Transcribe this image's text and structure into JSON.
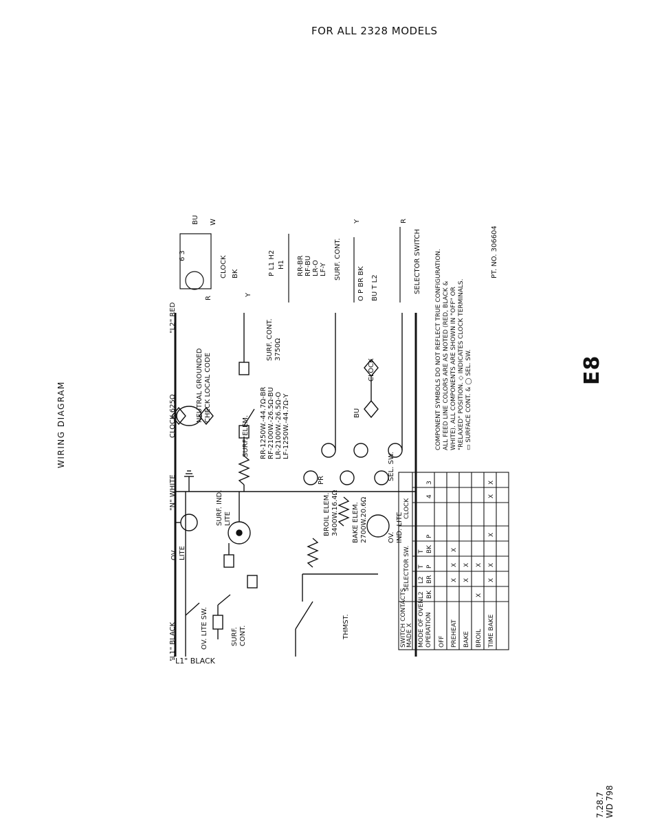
{
  "header": {
    "title": "FOR ALL 2328 MODELS"
  },
  "side_title": "WIRING DIAGRAM",
  "page_code": "E8",
  "doc_code": "7.28.7\nWD 798",
  "lines": {
    "l1": "\"L1\" BLACK",
    "n": "\"N\" WHITE",
    "l2": "\"L2\" RED"
  },
  "components": {
    "oven_lite_sw": "OV. LITE SW.",
    "oven_lite": "OV.\nLITE",
    "surf_cont": "SURF.\nCONT.",
    "surf_ind_lite": "SURF. IND.\nLITE",
    "thermostat": "THMST.",
    "broil_elem": "BROIL ELEM.\n3400W.16.4Ω",
    "bake_elem": "BAKE ELEM.\n2700W.20.6Ω",
    "ov_ind_lite": "OV.\nIND. LITE",
    "sel_sw": "SEL. SW.",
    "surf_elem": "SURF. ELEM.",
    "surf_elem_specs": "RR-1250W.-44.7Ω-BR\nRF-2100W.-26.5Ω-BU\nLR-2100W.-26.5Ω-O\nLF-1250W.-44.7Ω-Y",
    "neutral": "NEUTRAL GROUNDED\nCHECK LOCAL CODE",
    "clock": "CLOCK 625Ω",
    "clock2": "CLOCK",
    "surf_cont_right": "SURF. CONT.\n3750Ω",
    "pr": "PR",
    "y": "Y",
    "o": "O",
    "bu": "BU"
  },
  "terminals": {
    "l1": "L1",
    "p": "P",
    "h1": "H1",
    "h2": "H2",
    "l2": "L2",
    "br": "BR",
    "bk": "BK",
    "t": "T",
    "six": "6",
    "three": "3",
    "four": "4",
    "l2b": "L2"
  },
  "inset": {
    "clock_title": "CLOCK",
    "clock_terms": "6  3",
    "bu": "BU",
    "w": "W",
    "r": "R",
    "surf_cont_title": "SURF. CONT.",
    "surf_cont_legend": "RR-BR\nRF-BU\nLR-O\nLF-Y",
    "bk": "BK",
    "y": "Y",
    "sc_terms": "P  L1  H2\n   H1",
    "selector_title": "SELECTOR SWITCH",
    "sel_terms": "O   P  BR  BK\nBU  T     L2",
    "sel_y": "Y",
    "sel_r": "R"
  },
  "notes": {
    "text": "COMPONENT SYMBOLS DO NOT REFLECT TRUE CONFIGURATION.\nALL FEED LINE COLORS ARE AS NOTED (RED, BLACK &\nWHITE).  ALL COMPONENTS ARE SHOWN IN \"OFF\" OR\n\"RELAXED\" POSITION.  ◇ INDICATES CLOCK TERMINALS.\n▭ SURFACE CONT. & ◯ SEL. SW.",
    "part_no": "PT. NO. 306604"
  },
  "table": {
    "title": "SWITCH CONTACTS\nMADE    X",
    "mode_header": "MODE OF OVEN\nOPERATION",
    "selector_header": "SELECTOR SW.",
    "clock_header": "CLOCK",
    "columns": [
      "L2",
      "L2",
      "T",
      "T"
    ],
    "subcolumns": [
      "BK",
      "BR",
      "P",
      "BK",
      "P",
      "4",
      "3"
    ],
    "rows": [
      {
        "mode": "OFF",
        "marks": [
          "",
          "",
          "",
          "",
          "",
          "",
          ""
        ]
      },
      {
        "mode": "PREHEAT",
        "marks": [
          "",
          "X",
          "X",
          "X",
          "",
          "",
          ""
        ]
      },
      {
        "mode": "BAKE",
        "marks": [
          "",
          "X",
          "X",
          "",
          "",
          "",
          ""
        ]
      },
      {
        "mode": "BROIL",
        "marks": [
          "X",
          "",
          "X",
          "",
          "",
          "",
          ""
        ]
      },
      {
        "mode": "TIME BAKE",
        "marks": [
          "",
          "X",
          "X",
          "",
          "X",
          "X",
          "X"
        ]
      }
    ]
  }
}
